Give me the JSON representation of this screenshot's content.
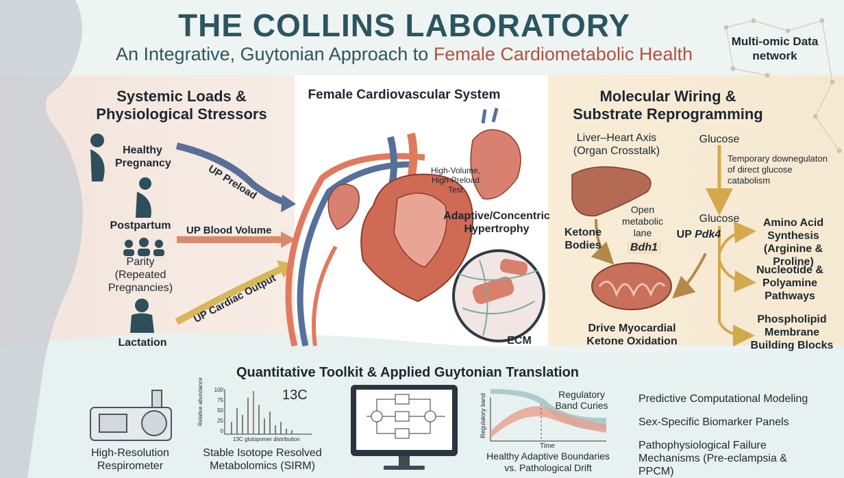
{
  "header": {
    "title": "THE COLLINS LABORATORY",
    "subtitle_main": "An Integrative, Guytonian Approach to ",
    "subtitle_accent": "Female Cardiometabolic Health",
    "network_label": "Multi-omic Data network"
  },
  "left_panel": {
    "heading": "Systemic Loads & Physiological Stressors",
    "items": [
      "Healthy Pregnancy",
      "Postpartum",
      "Parity (Repeated Pregnancies)",
      "Lactation"
    ],
    "arrows": [
      "UP Preload",
      "UP Blood Volume",
      "UP Cardiac Output"
    ]
  },
  "center_panel": {
    "heading": "Female Cardiovascular System",
    "test_label": "High-Volume, High-Preload Test",
    "hypertrophy_label": "Adaptive/Concentric Hypertrophy",
    "ecm_label": "ECM"
  },
  "right_panel": {
    "heading": "Molecular Wiring & Substrate Reprogramming",
    "liver_heart": "Liver–Heart Axis (Organ Crosstalk)",
    "glucose_top": "Glucose",
    "temp_down": "Temporary downegulaton of direct glucose catabolism",
    "ketone_bodies": "Ketone Bodies",
    "open_lane": "Open metabolic lane",
    "bdh1": "Bdh1",
    "glucose_mid": "Glucose",
    "up_pdk4_prefix": "UP ",
    "up_pdk4_gene": "Pdk4",
    "ketone_oxidation": "Drive Myocardial Ketone Oxidation",
    "outputs": [
      "Amino Acid Synthesis (Arginine & Proline)",
      "Nucleotide & Polyamine Pathways",
      "Phospholipid Membrane Building Blocks"
    ]
  },
  "toolkit": {
    "heading": "Quantitative Toolkit & Applied Guytonian Translation",
    "respirometer": "High-Resolution Respirometer",
    "sirm": "Stable Isotope Resolved Metabolomics (SIRM)",
    "isotope": "13C",
    "sirm_ylabel": "Relative abundance",
    "sirm_xlabel": "13C glutopomer distribution",
    "sirm_ticks": [
      "100",
      "75",
      "50",
      "25",
      "0"
    ],
    "band_label": "Regulatory Band Curies",
    "band_ylabel": "Regulatory band",
    "band_xlabel": "Time",
    "band_caption": "Healthy Adaptive Boundaries vs. Pathological Drift",
    "list": [
      "Predictive Computational Modeling",
      "Sex-Specific Biomarker Panels",
      "Pathophysiological Failure Mechanisms (Pre-eclampsia & PPCM)"
    ]
  },
  "colors": {
    "teal": "#2b5560",
    "accent": "#b0513f",
    "arrow_blue": "#5a6f97",
    "arrow_red": "#d98a6e",
    "arrow_gold": "#d8b65a"
  }
}
